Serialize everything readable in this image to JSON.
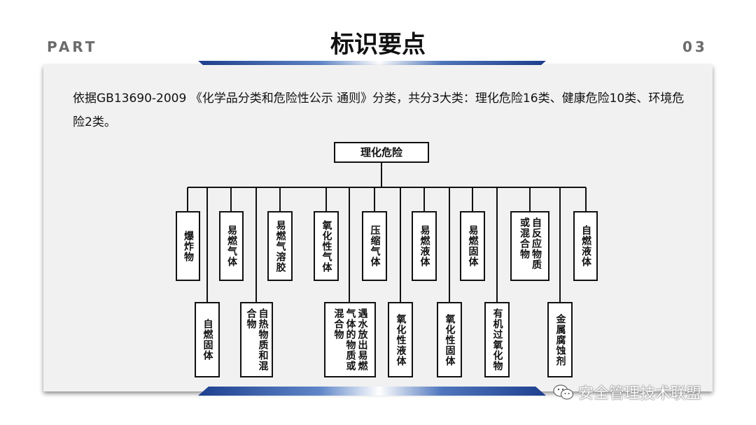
{
  "header": {
    "part_label": "PART",
    "title": "标识要点",
    "page_number": "03"
  },
  "intro": {
    "text": "依据GB13690-2009 《化学品分类和危险性公示  通则》分类，共分3大类：理化危险16类、健康危险10类、环境危险2类。"
  },
  "diagram": {
    "root": "理化危险",
    "upper_row": [
      "爆炸物",
      "易燃气体",
      "易燃气溶胶",
      "氧化性气体",
      "压缩气体",
      "易燃液体",
      "易燃固体",
      "自反应物质或混合物",
      "自燃液体"
    ],
    "lower_row": [
      "自燃固体",
      "自热物质和混合物",
      "遇水放出易燃气体的物质或混合物",
      "氧化性液体",
      "氧化性固体",
      "有机过氧化物",
      "金属腐蚀剂"
    ]
  },
  "watermark": {
    "text": "安全管理技术联盟",
    "icon": "wechat-icon"
  },
  "colors": {
    "band_dark": "#1e3f8f",
    "band_light": "#5f86c8",
    "panel": "#f1f1f1",
    "label_gray": "#6b6b6b"
  }
}
